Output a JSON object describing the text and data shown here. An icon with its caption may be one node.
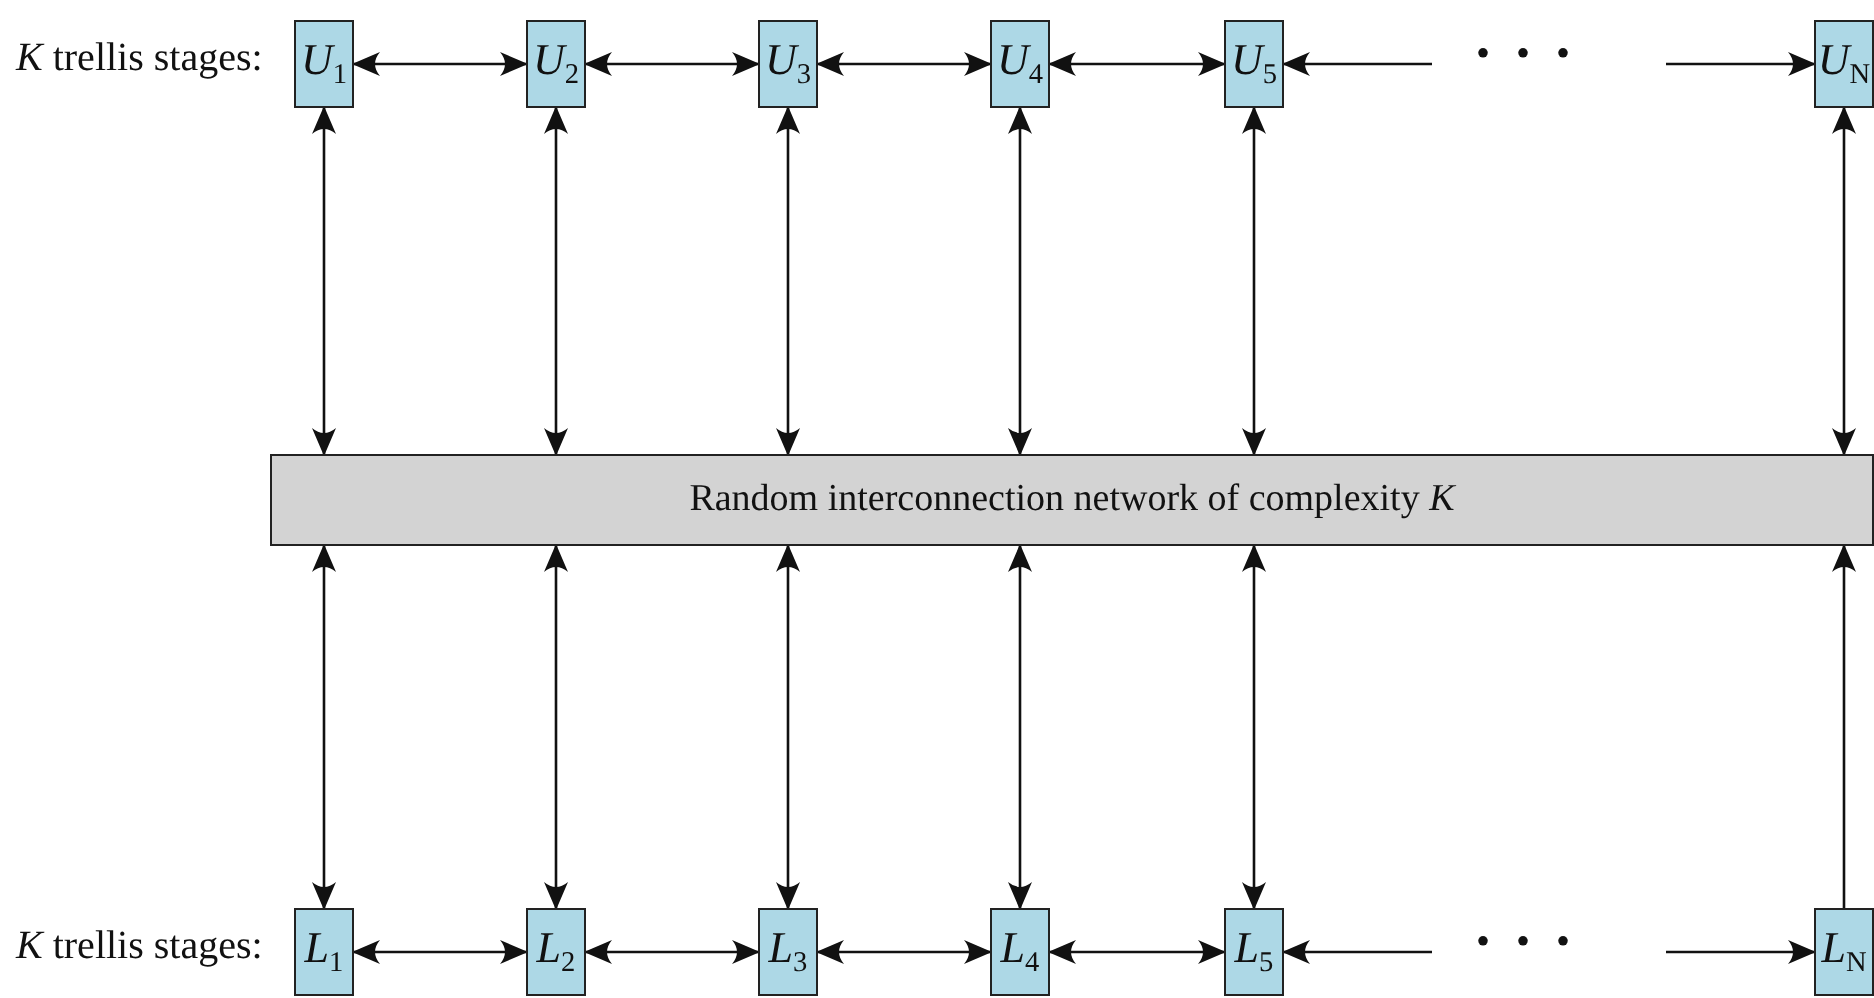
{
  "diagram": {
    "nodes": [
      {
        "text": [
          "*U*$_{1}$"
        ]
      },
      {
        "text": [
          "*U*$_{2}$"
        ]
      },
      {
        "text": [
          "*U*$_{3}$"
        ]
      },
      {
        "text": [
          "*U*$_{4}$"
        ]
      },
      {
        "text": [
          "*U*$_{5}$"
        ]
      },
      {
        "text": [
          "*U*$_{N}$"
        ]
      },
      {
        "text": [
          "Random interconnection network of complexity *K*"
        ]
      },
      {
        "text": [
          "*L*$_{1}$"
        ]
      },
      {
        "text": [
          "*L*$_{2}$"
        ]
      },
      {
        "text": [
          "*L*$_{3}$"
        ]
      },
      {
        "text": [
          "*L*$_{4}$"
        ]
      },
      {
        "text": [
          "*L*$_{5}$"
        ]
      },
      {
        "text": [
          "*L*$_{N}$"
        ]
      }
    ],
    "edges": [
      {
        "from": 0,
        "to": 1,
        "arrow": "both"
      },
      {
        "from": 1,
        "to": 2,
        "arrow": "both"
      },
      {
        "from": 2,
        "to": 3,
        "arrow": "both"
      },
      {
        "from": 3,
        "to": 4,
        "arrow": "both"
      },
      {
        "from": null,
        "to": 4,
        "arrow": "to"
      },
      {
        "from": null,
        "to": 5,
        "arrow": "to"
      },
      {
        "from": 0,
        "to": 6,
        "arrow": "both"
      },
      {
        "from": 1,
        "to": 6,
        "arrow": "both"
      },
      {
        "from": 2,
        "to": 6,
        "arrow": "both"
      },
      {
        "from": 3,
        "to": 6,
        "arrow": "both"
      },
      {
        "from": 4,
        "to": 6,
        "arrow": "both"
      },
      {
        "from": 5,
        "to": 6,
        "arrow": "both"
      },
      {
        "from": 6,
        "to": 7,
        "arrow": "both"
      },
      {
        "from": 6,
        "to": 8,
        "arrow": "both"
      },
      {
        "from": 6,
        "to": 9,
        "arrow": "both"
      },
      {
        "from": 6,
        "to": 10,
        "arrow": "both"
      },
      {
        "from": 6,
        "to": 11,
        "arrow": "both"
      },
      {
        "from": 12,
        "to": 6,
        "arrow": "to"
      },
      {
        "from": 7,
        "to": 8,
        "arrow": "both"
      },
      {
        "from": 8,
        "to": 9,
        "arrow": "both"
      },
      {
        "from": 9,
        "to": 10,
        "arrow": "both"
      },
      {
        "from": 10,
        "to": 11,
        "arrow": "both"
      },
      {
        "from": null,
        "to": 11,
        "arrow": "to"
      },
      {
        "from": null,
        "to": 12,
        "arrow": "to"
      }
    ],
    "labels": [
      "*K* trellis stages:",
      "• • •",
      "*K* trellis stages:",
      "• • •"
    ]
  }
}
